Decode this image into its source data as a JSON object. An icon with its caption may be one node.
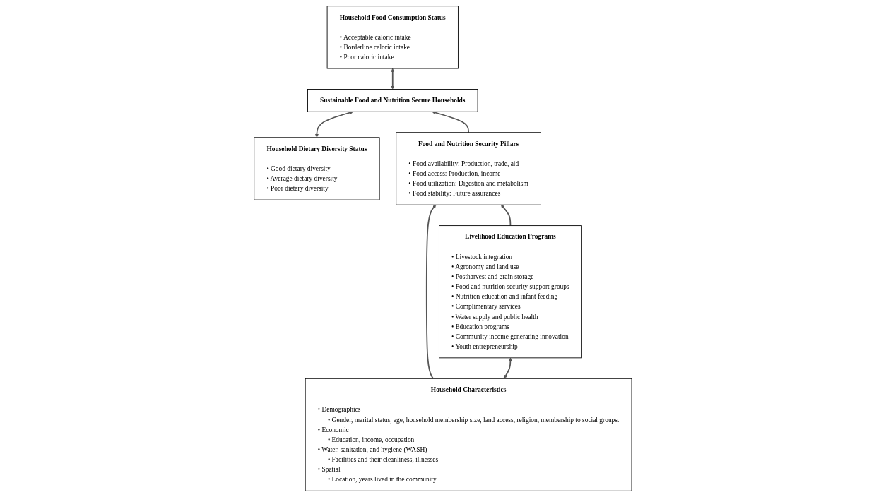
{
  "diagram": {
    "nodes": [
      {
        "text": [
          "Household Dietary Diversity Status",
          "• Good dietary diversity",
          "• Average dietary diversity",
          "• Poor dietary diversity"
        ]
      },
      {
        "text": [
          "Sustainable Food and Nutrition Secure Households"
        ]
      },
      {
        "text": [
          "Household Food Consumption Status",
          "• Acceptable caloric intake",
          "• Borderline caloric intake",
          "• Poor caloric intake"
        ]
      },
      {
        "text": [
          "Food and Nutrition Security Pillars",
          "• Food availability: Production, trade, aid",
          "• Food access: Production, income",
          "• Food utilization: Digestion and metabolism",
          "• Food stability: Future assurances"
        ]
      },
      {
        "text": [
          "Household Characteristics",
          "• Demographics",
          "• Gender, marital status, age, household membership size, land access, religion, membership to social groups.",
          "• Economic",
          "• Education, income, occupation",
          "• Water, sanitation, and hygiene (WASH)",
          "• Facilities and their cleanliness, illnesses",
          "• Spatial",
          "• Location, years lived in the community"
        ]
      },
      {
        "text": [
          "Livelihood Education Programs",
          "• Livestock integration",
          "• Agronomy and land use",
          "• Postharvest and grain storage",
          "• Food and nutrition security support groups",
          "• Nutrition education and infant feeding",
          "• Complimentary services",
          "• Water supply and public health",
          "• Education programs",
          "• Community income generating innovation",
          "• Youth entrepreneurship"
        ]
      }
    ],
    "edges": [
      {
        "from": 0,
        "to": 1,
        "arrow": "both"
      },
      {
        "from": 1,
        "to": 2,
        "arrow": "both"
      },
      {
        "from": 3,
        "to": 1,
        "arrow": "to"
      },
      {
        "from": 4,
        "to": 5,
        "arrow": "both"
      },
      {
        "from": 4,
        "to": 3,
        "arrow": "to"
      },
      {
        "from": 5,
        "to": 3,
        "arrow": "to"
      }
    ]
  }
}
